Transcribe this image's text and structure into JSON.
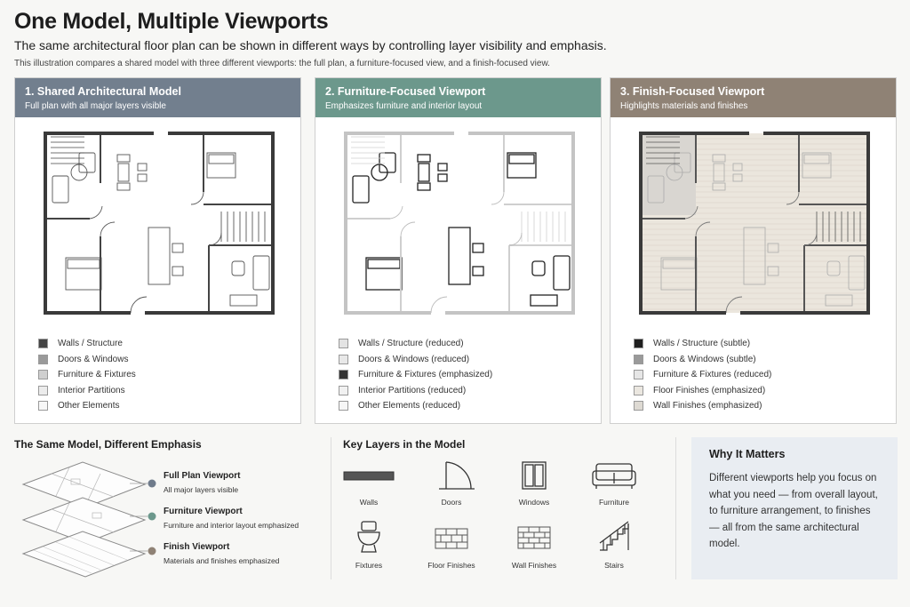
{
  "header": {
    "title": "One Model, Multiple Viewports",
    "subtitle": "The same architectural floor plan can be shown in different ways by controlling layer visibility and emphasis.",
    "description": "This illustration compares a shared model with three different viewports: the full plan, a furniture-focused view, and a finish-focused view."
  },
  "panels": [
    {
      "title": "1. Shared Architectural Model",
      "subtitle": "Full plan with all major layers visible",
      "header_color": "#727f8e",
      "legend": [
        {
          "label": "Walls / Structure",
          "color": "#444444"
        },
        {
          "label": "Doors & Windows",
          "color": "#9a9a9a"
        },
        {
          "label": "Furniture & Fixtures",
          "color": "#cfcfcf"
        },
        {
          "label": "Interior Partitions",
          "color": "#ececec"
        },
        {
          "label": "Other Elements",
          "color": "#f7f7f7"
        }
      ]
    },
    {
      "title": "2. Furniture-Focused Viewport",
      "subtitle": "Emphasizes furniture and interior layout",
      "header_color": "#6c988c",
      "legend": [
        {
          "label": "Walls / Structure (reduced)",
          "color": "#e3e3e3"
        },
        {
          "label": "Doors & Windows (reduced)",
          "color": "#e8e8e8"
        },
        {
          "label": "Furniture & Fixtures (emphasized)",
          "color": "#333333"
        },
        {
          "label": "Interior Partitions (reduced)",
          "color": "#f1f1f1"
        },
        {
          "label": "Other Elements (reduced)",
          "color": "#f6f6f6"
        }
      ]
    },
    {
      "title": "3. Finish-Focused Viewport",
      "subtitle": "Highlights materials and finishes",
      "header_color": "#8f8275",
      "legend": [
        {
          "label": "Walls / Structure (subtle)",
          "color": "#1f1f1f"
        },
        {
          "label": "Doors & Windows (subtle)",
          "color": "#9a9a9a"
        },
        {
          "label": "Furniture & Fixtures (reduced)",
          "color": "#e6e6e6"
        },
        {
          "label": "Floor Finishes (emphasized)",
          "color": "#ebe7e0"
        },
        {
          "label": "Wall Finishes (emphasized)",
          "color": "#dedad3"
        }
      ]
    }
  ],
  "emphasis": {
    "title": "The Same Model, Different Emphasis",
    "viewports": [
      {
        "label": "Full Plan Viewport",
        "sub": "All major layers visible",
        "color": "#6f7b8b"
      },
      {
        "label": "Furniture Viewport",
        "sub": "Furniture and interior layout emphasized",
        "color": "#6c988c"
      },
      {
        "label": "Finish Viewport",
        "sub": "Materials and finishes emphasized",
        "color": "#8f8275"
      }
    ]
  },
  "key_layers": {
    "title": "Key Layers in the Model",
    "items": [
      {
        "label": "Walls",
        "icon": "walls-icon"
      },
      {
        "label": "Doors",
        "icon": "door-icon"
      },
      {
        "label": "Windows",
        "icon": "window-icon"
      },
      {
        "label": "Furniture",
        "icon": "sofa-icon"
      },
      {
        "label": "Fixtures",
        "icon": "toilet-icon"
      },
      {
        "label": "Floor Finishes",
        "icon": "floor-tile-icon"
      },
      {
        "label": "Wall Finishes",
        "icon": "brick-icon"
      },
      {
        "label": "Stairs",
        "icon": "stairs-icon"
      }
    ]
  },
  "why": {
    "title": "Why It Matters",
    "body": "Different viewports help you focus on what you need — from overall layout, to furniture arrangement, to finishes — all from the same architectural model."
  }
}
